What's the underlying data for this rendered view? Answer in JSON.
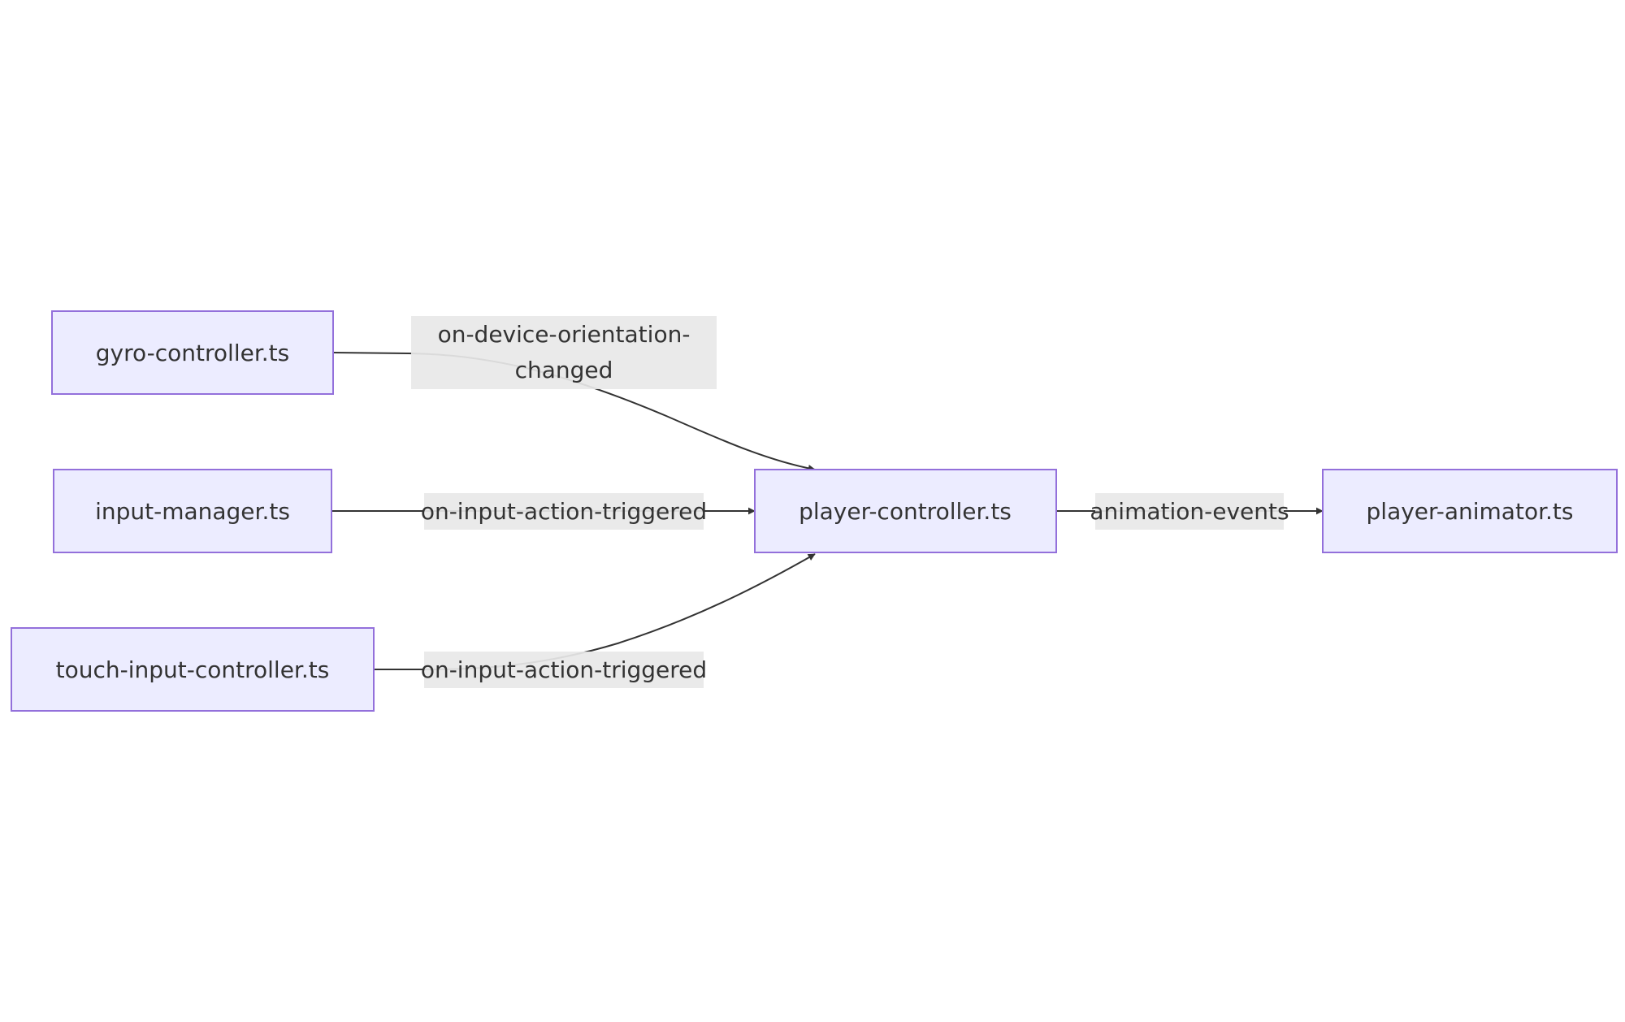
{
  "diagram": {
    "type": "flowchart",
    "direction": "left-to-right",
    "colors": {
      "node_fill": "#ececff",
      "node_border": "#9370db",
      "text": "#333333",
      "edge": "#333333",
      "label_background": "#e8e8e8"
    },
    "nodes": [
      {
        "id": "gyro",
        "label": "gyro-controller.ts"
      },
      {
        "id": "input",
        "label": "input-manager.ts"
      },
      {
        "id": "touch",
        "label": "touch-input-controller.ts"
      },
      {
        "id": "player",
        "label": "player-controller.ts"
      },
      {
        "id": "animator",
        "label": "player-animator.ts"
      }
    ],
    "edges": [
      {
        "from": "gyro",
        "to": "player",
        "label_lines": [
          "on-device-orientation-",
          "changed"
        ]
      },
      {
        "from": "input",
        "to": "player",
        "label_lines": [
          "on-input-action-triggered"
        ]
      },
      {
        "from": "touch",
        "to": "player",
        "label_lines": [
          "on-input-action-triggered"
        ]
      },
      {
        "from": "player",
        "to": "animator",
        "label_lines": [
          "animation-events"
        ]
      }
    ]
  }
}
